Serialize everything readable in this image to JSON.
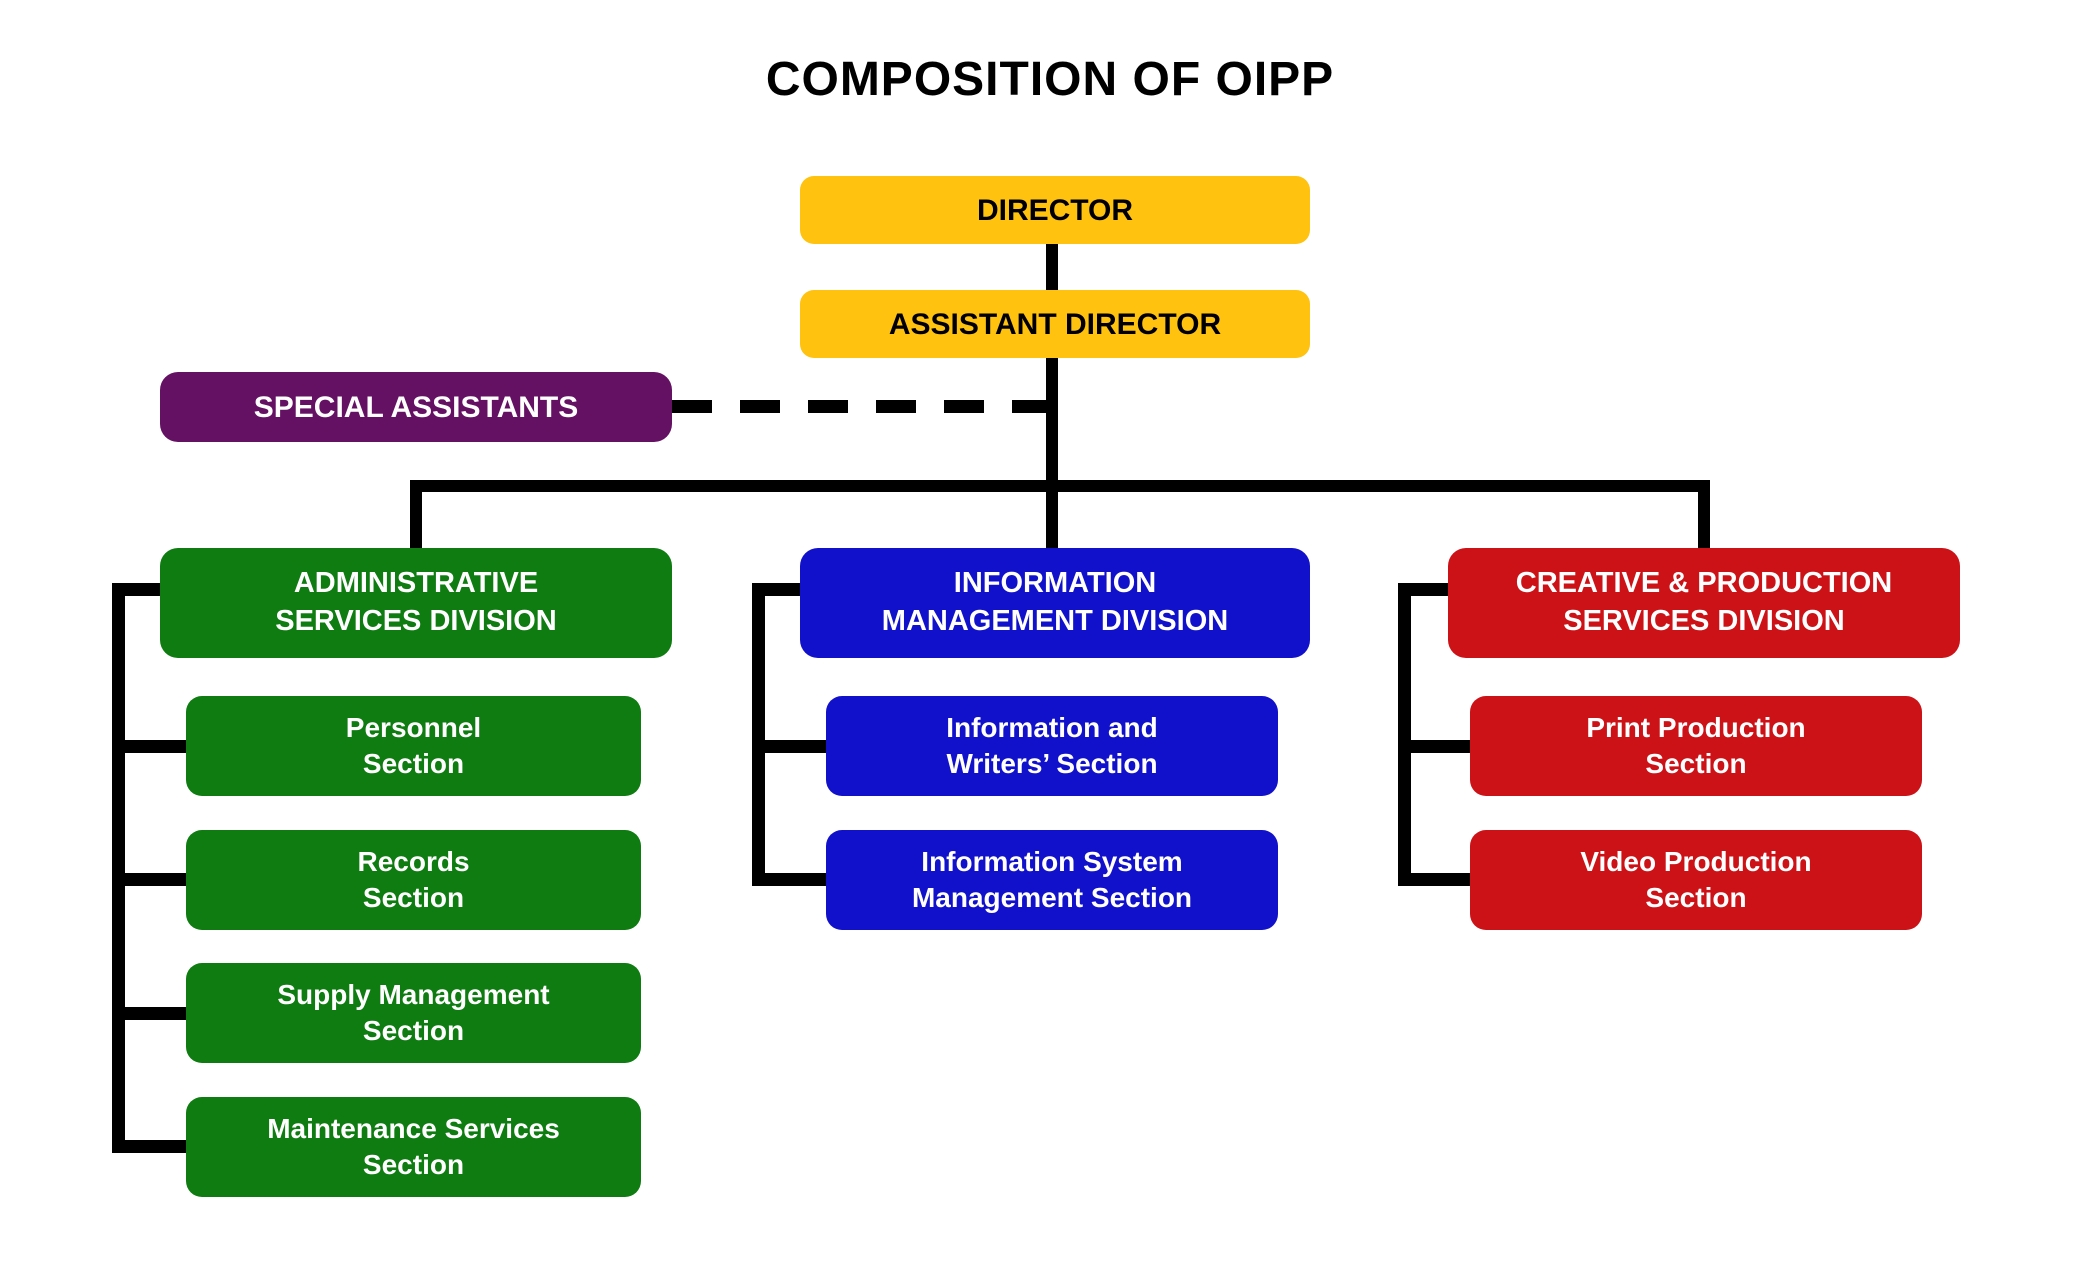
{
  "title": "COMPOSITION OF OIPP",
  "palette": {
    "yellow": "#FFC20E",
    "purple": "#641163",
    "green": "#0E7C10",
    "blue": "#1111CC",
    "red": "#CD1217",
    "connector_line": "#000000",
    "text_on_dark": "#FFFFFF",
    "text_on_yellow": "#000000",
    "background": "#FFFFFF"
  },
  "chart": {
    "director": "DIRECTOR",
    "assistant_director": "ASSISTANT DIRECTOR",
    "special_assistants": "SPECIAL ASSISTANTS",
    "divisions": [
      {
        "name": "ADMINISTRATIVE\nSERVICES DIVISION",
        "color": "#0E7C10",
        "sections": [
          "Personnel\nSection",
          "Records\nSection",
          "Supply Management\nSection",
          "Maintenance Services\nSection"
        ]
      },
      {
        "name": "INFORMATION\nMANAGEMENT DIVISION",
        "color": "#1111CC",
        "sections": [
          "Information and\nWriters’ Section",
          "Information System\nManagement Section"
        ]
      },
      {
        "name": "CREATIVE & PRODUCTION\nSERVICES DIVISION",
        "color": "#CD1217",
        "sections": [
          "Print Production\nSection",
          "Video Production\nSection"
        ]
      }
    ]
  }
}
